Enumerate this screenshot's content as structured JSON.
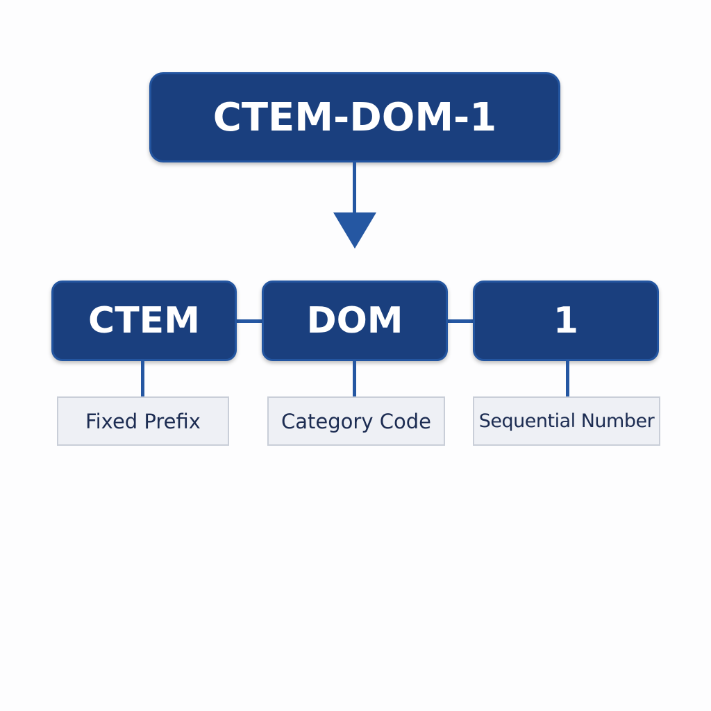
{
  "full_code": "CTEM-DOM-1",
  "segments": [
    {
      "code": "CTEM",
      "label": "Fixed Prefix"
    },
    {
      "code": "DOM",
      "label": "Category Code"
    },
    {
      "code": "1",
      "label": "Sequential Number"
    }
  ],
  "colors": {
    "box_fill": "#1a3f7e",
    "connector": "#2557a2",
    "label_fill": "#eef0f5",
    "label_text": "#1c2c52"
  }
}
